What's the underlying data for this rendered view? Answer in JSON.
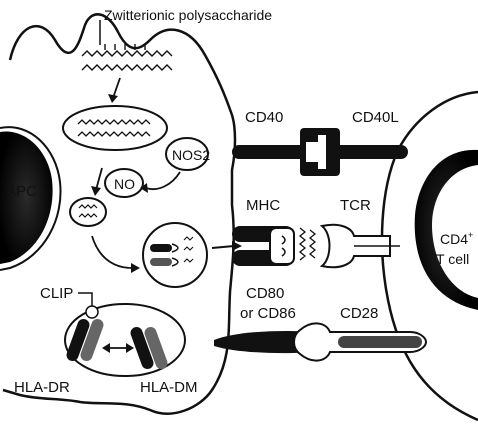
{
  "labels": {
    "polysaccharide": "Zwitterionic polysaccharide",
    "apc": "APC",
    "nos2": "NOS2",
    "no": "NO",
    "cd40": "CD40",
    "cd40l": "CD40L",
    "mhc": "MHC",
    "tcr": "TCR",
    "cd4": "CD4",
    "cd4_sup": "+",
    "t_cell": "T cell",
    "clip": "CLIP",
    "cd80": "CD80",
    "or_cd86": "or CD86",
    "cd28": "CD28",
    "hla_dr": "HLA-DR",
    "hla_dm": "HLA-DM"
  },
  "colors": {
    "ink": "#111111",
    "nucleus": "#1a1a1a",
    "background": "#ffffff"
  }
}
